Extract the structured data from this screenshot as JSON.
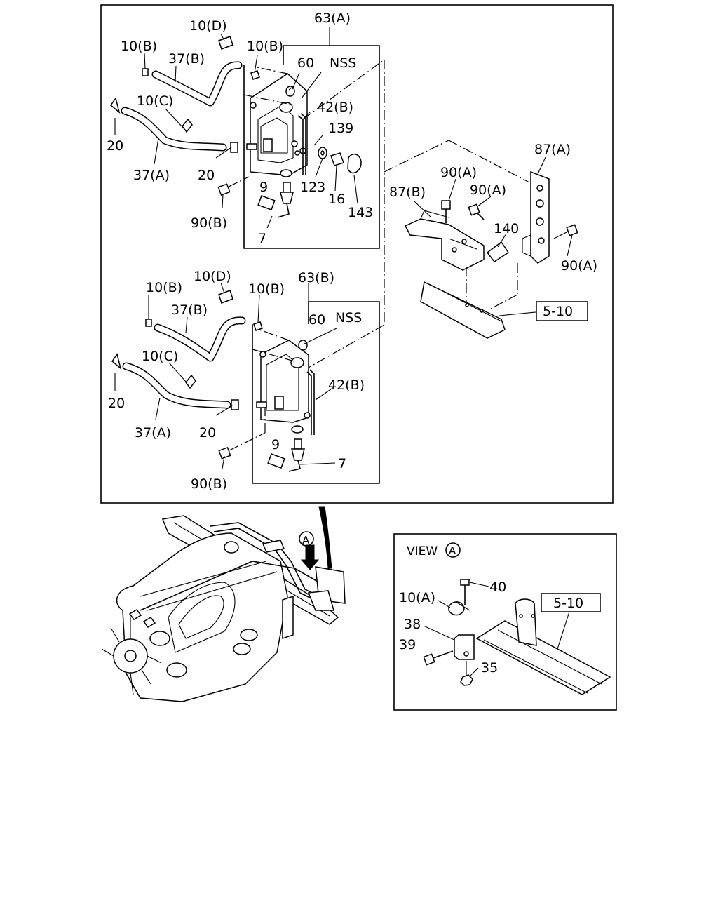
{
  "upper_group": {
    "assembly": "63(A)",
    "labels": [
      "10(D)",
      "10(B)",
      "10(B)",
      "37(B)",
      "60",
      "NSS",
      "10(C)",
      "42(B)",
      "139",
      "20",
      "20",
      "37(A)",
      "9",
      "123",
      "16",
      "143",
      "90(B)",
      "7"
    ]
  },
  "lower_group": {
    "assembly": "63(B)",
    "labels": [
      "10(D)",
      "10(B)",
      "10(B)",
      "37(B)",
      "60",
      "NSS",
      "10(C)",
      "42(B)",
      "20",
      "20",
      "37(A)",
      "9",
      "7",
      "90(B)"
    ]
  },
  "bracket_group": {
    "labels": [
      "87(A)",
      "90(A)",
      "90(A)",
      "87(B)",
      "140",
      "90(A)"
    ],
    "ref": "5-10"
  },
  "engine_view": {
    "callout": "A"
  },
  "view_a": {
    "title": "VIEW",
    "circle": "A",
    "labels": [
      "40",
      "10(A)",
      "38",
      "39",
      "35"
    ],
    "ref": "5-10"
  }
}
